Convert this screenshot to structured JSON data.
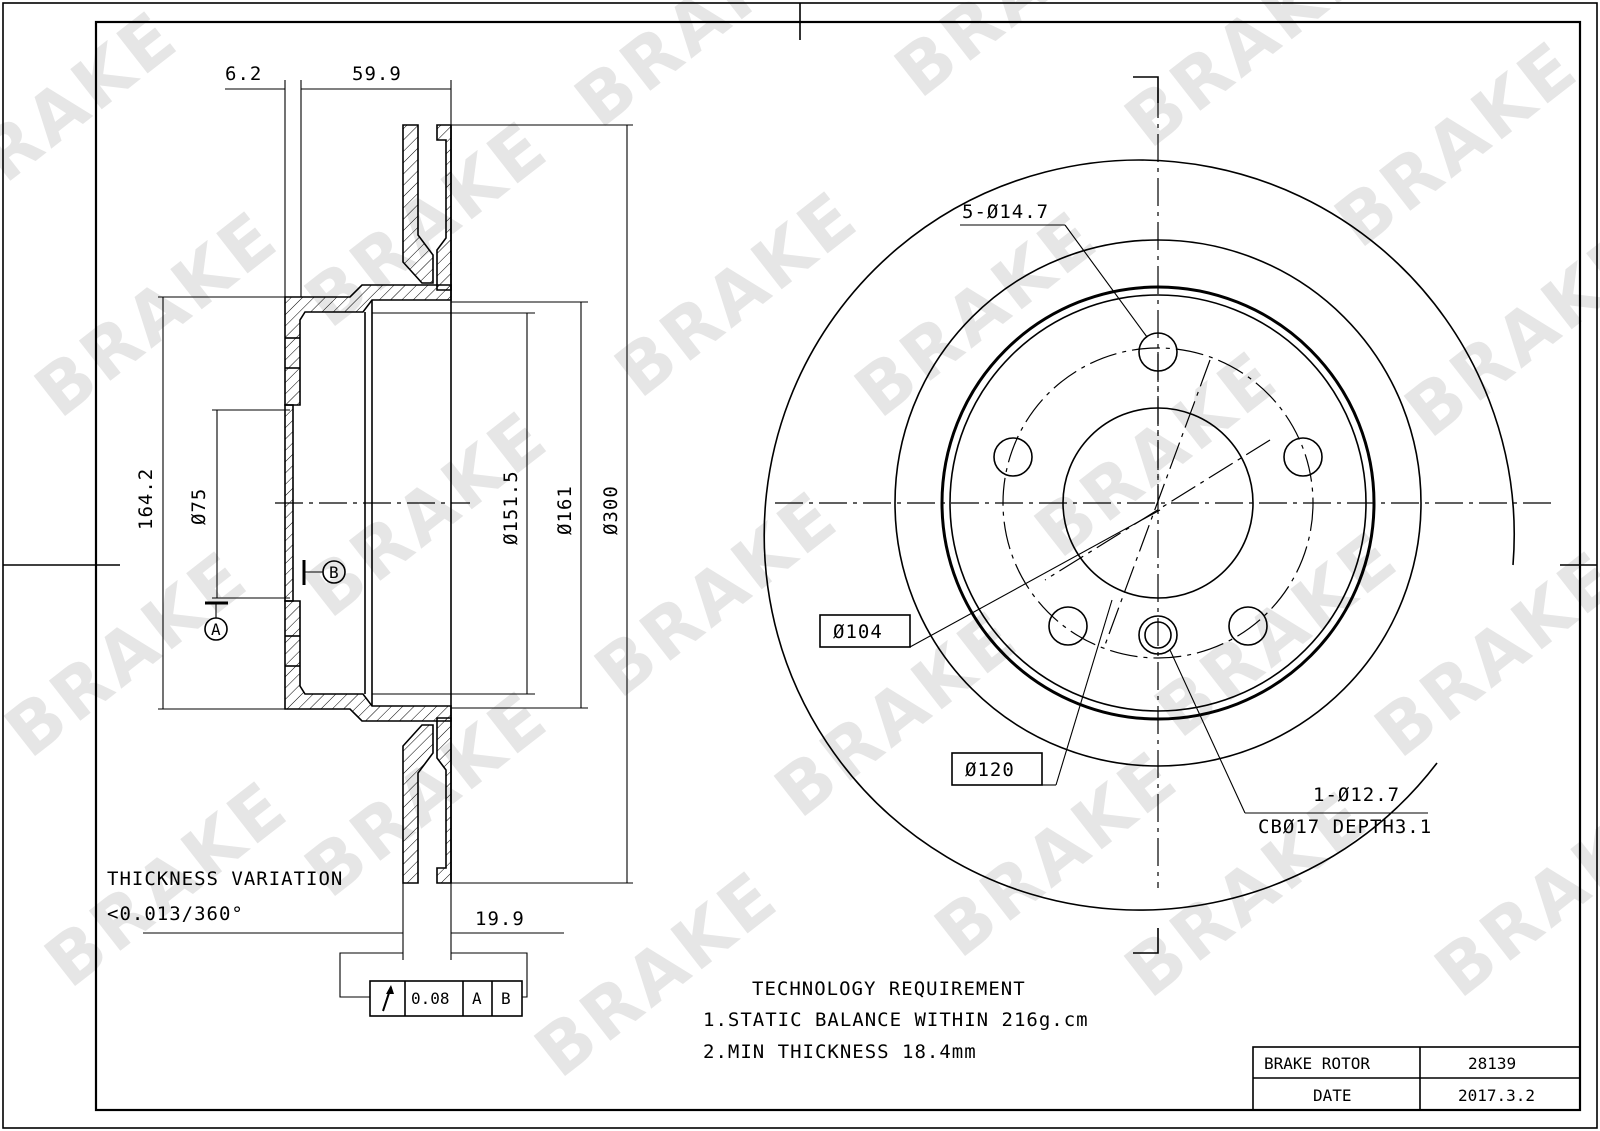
{
  "watermark": "BRAKE",
  "side_view": {
    "dim_flange": "6.2",
    "dim_offset": "59.9",
    "dim_height": "164.2",
    "dim_bore": "Ø75",
    "dim_inner_hat": "Ø151.5",
    "dim_outer_hat": "Ø161",
    "dim_disc": "Ø300",
    "dim_thickness": "19.9",
    "datum_a": "A",
    "datum_b": "B",
    "tolerance_value": "0.08",
    "tolerance_ref_a": "A",
    "tolerance_ref_b": "B",
    "thickness_variation_label": "THICKNESS VARIATION",
    "thickness_variation_value": "<0.013/360°"
  },
  "front_view": {
    "bolt_holes": "5-Ø14.7",
    "pcd": "Ø120",
    "center_bore": "Ø104",
    "locating_hole": "1-Ø12.7",
    "counterbore": "CBØ17 DEPTH3.1"
  },
  "requirements": {
    "title": "TECHNOLOGY REQUIREMENT",
    "item1": "1.STATIC BALANCE WITHIN 216g.cm",
    "item2": "2.MIN THICKNESS 18.4mm"
  },
  "title_block": {
    "name_label": "BRAKE ROTOR",
    "part_number": "28139",
    "date_label": "DATE",
    "date_value": "2017.3.2"
  }
}
